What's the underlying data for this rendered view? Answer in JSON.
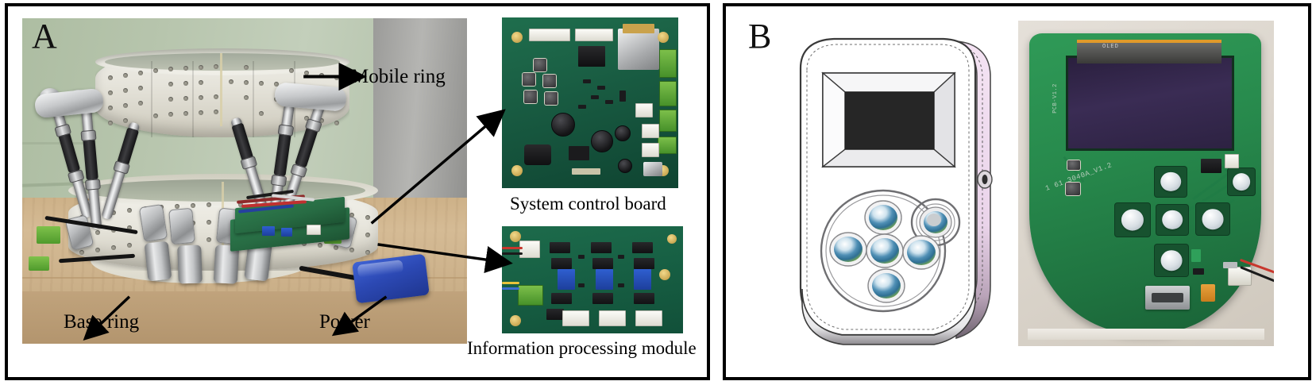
{
  "figure": {
    "type": "two-panel scientific figure",
    "background_color": "#ffffff",
    "border_color": "#000000"
  },
  "panel_a": {
    "letter": "A",
    "subject": "Parallel-mechanism orthosis prototype photograph with electronics insets",
    "annotations": [
      {
        "id": "mobile-ring",
        "label": "Mobile ring",
        "arrow": "horizontal-right-to-target"
      },
      {
        "id": "base-ring",
        "label": "Base ring",
        "arrow": "diagonal-up-right-to-target"
      },
      {
        "id": "power",
        "label": "Power",
        "arrow": "diagonal-up-right-to-target"
      }
    ],
    "insets": [
      {
        "id": "system-control-board",
        "caption": "System control board",
        "arrow": "diagonal-up-right"
      },
      {
        "id": "information-processing-module",
        "caption": "Information processing module",
        "arrow": "horizontal-right"
      }
    ],
    "scene": {
      "wall_color": "#b3c2a7",
      "desk_color": "#cdb189",
      "ring_color": "#eceade",
      "strut_color": "#c9cbcd",
      "battery_color": "#2c49b4",
      "pcb_color": "#27894c"
    }
  },
  "panel_b": {
    "letter": "B",
    "subject": "Handheld controller CAD model and assembled control PCB photograph",
    "cad": {
      "id": "handheld-controller-cad",
      "body_color": "#ffffff",
      "side_color": "#efdcee",
      "screen_color": "#262626",
      "outline_color": "#3a3a3a",
      "button_count": 6,
      "button_layout": "five-key cross plus one separate round key",
      "button_color": "#3f7fa8"
    },
    "pcb": {
      "id": "controller-pcb-photo",
      "board_color": "#27894c",
      "display_color": "#33264c",
      "silkscreen": "1 61 3040A_V1.2",
      "display_label": "OLED",
      "button_count": 6,
      "connectors": [
        "micro-usb",
        "jst-2pin"
      ],
      "wire_colors": [
        "#c8372d",
        "#1b1b1b"
      ],
      "background_color": "#ddd7ce"
    }
  }
}
